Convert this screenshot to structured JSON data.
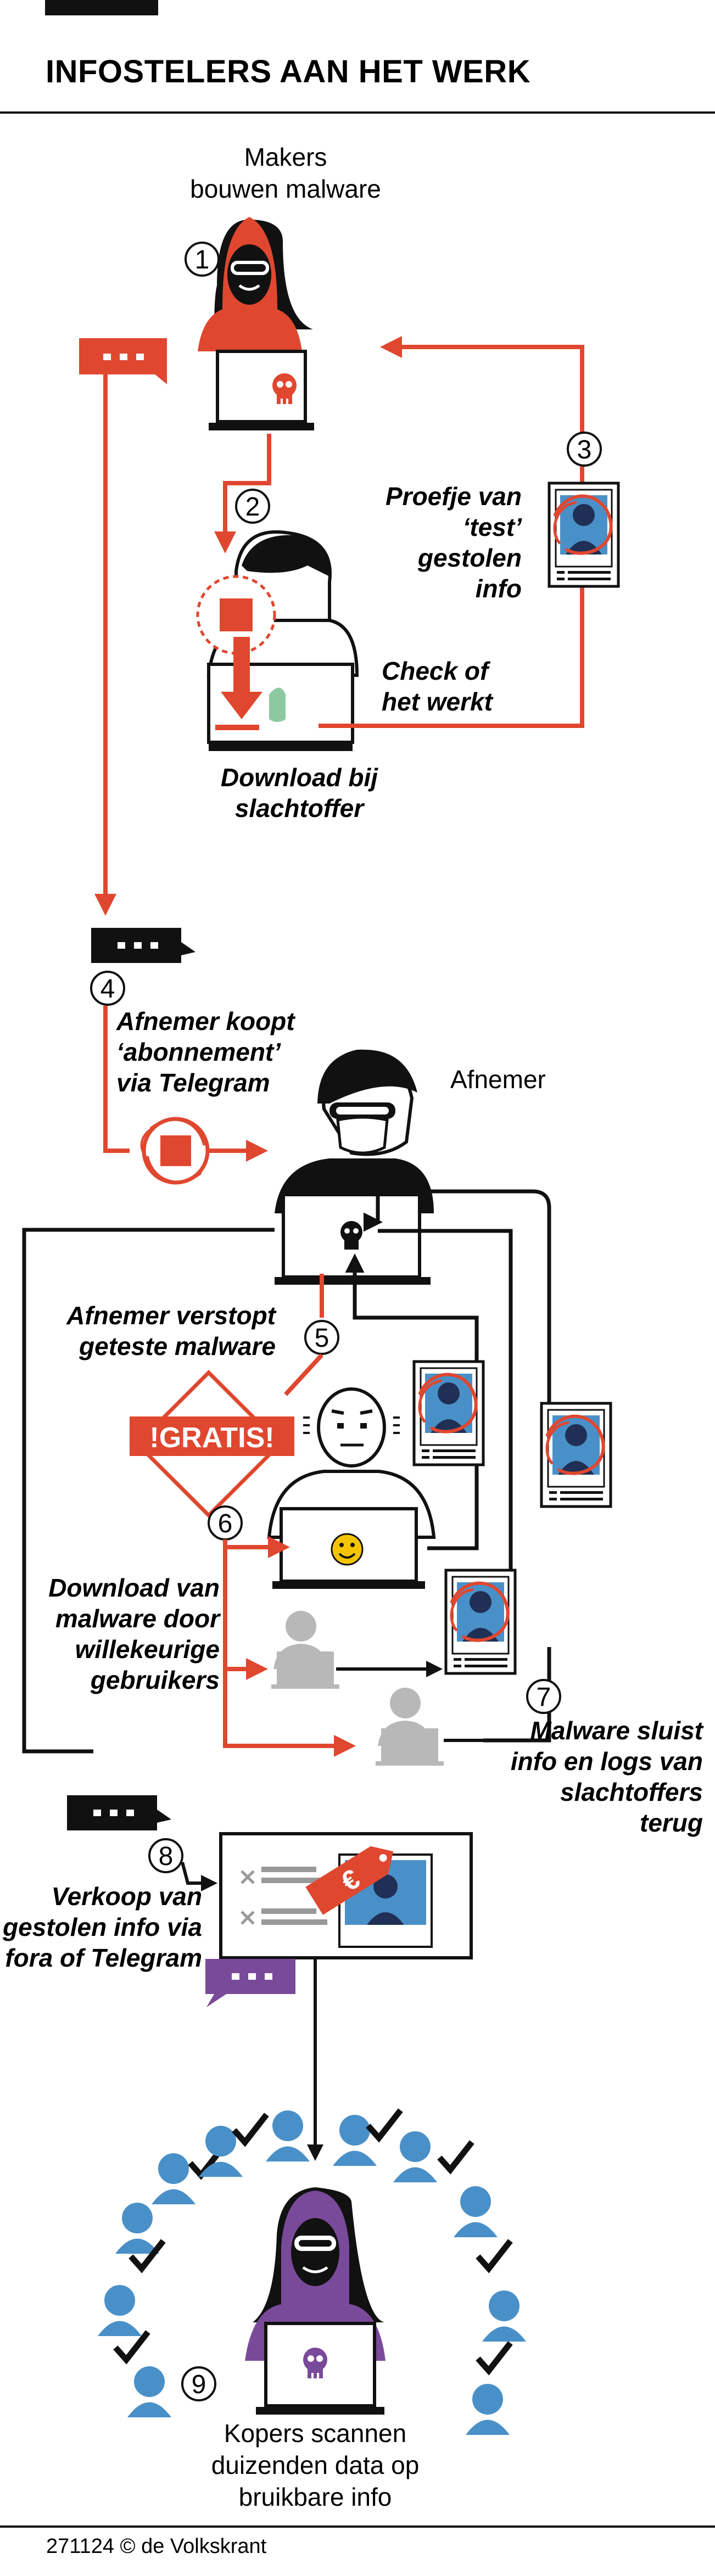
{
  "title": "INFOSTELERS AAN HET WERK",
  "steps": {
    "s1": {
      "number": "1",
      "label": "Makers\nbouwen malware"
    },
    "s2": {
      "number": "2",
      "label": "Download bij\nslachtoffer"
    },
    "s2b": {
      "label": "Check of\nhet werkt"
    },
    "s3": {
      "number": "3",
      "label": "Proefje van\n‘test’\ngestolen\ninfo"
    },
    "s4": {
      "number": "4",
      "label": "Afnemer koopt\n‘abonnement’\nvia Telegram",
      "buyer": "Afnemer"
    },
    "s5": {
      "number": "5",
      "label": "Afnemer verstopt\ngeteste malware",
      "sign": "!GRATIS!"
    },
    "s6": {
      "number": "6",
      "label": "Download van\nmalware door\nwillekeurige\ngebruikers"
    },
    "s7": {
      "number": "7",
      "label": "Malware sluist\ninfo en logs van\nslachtoffers\nterug"
    },
    "s8": {
      "number": "8",
      "label": "Verkoop van\ngestolen info via\nfora of Telegram"
    },
    "s9": {
      "number": "9",
      "label": "Kopers scannen\nduizenden data op\nbruikbare info"
    }
  },
  "credit": "271124 © de Volkskrant",
  "colors": {
    "red": "#e0472f",
    "black": "#111111",
    "purple": "#7a4a9a",
    "blue": "#4a90c8",
    "gray": "#b8b8b8",
    "yellow": "#f5c400",
    "green": "#8dc9a0"
  },
  "icons": [
    "hacker-hood-icon",
    "skull-icon",
    "chat-bubble-icon",
    "malware-virus-icon",
    "document-profile-icon",
    "smiley-icon",
    "euro-tag-icon",
    "checkmark-icon",
    "user-icon"
  ]
}
